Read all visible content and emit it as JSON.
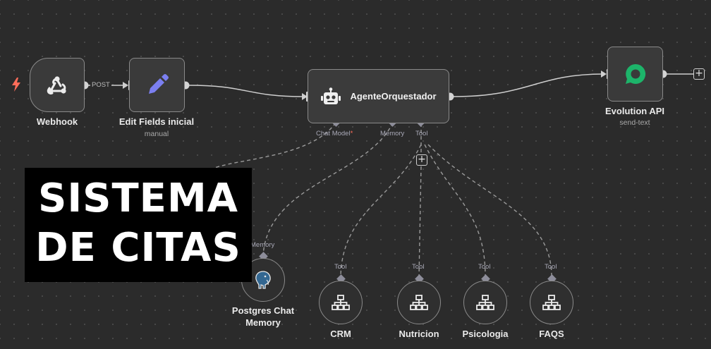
{
  "canvas": {
    "background": "#2b2b2b",
    "accent": "#ff6d5a"
  },
  "nodes": {
    "webhook": {
      "title": "Webhook",
      "icon": "webhook-icon"
    },
    "edit_fields": {
      "title": "Edit Fields inicial",
      "subtitle": "manual",
      "icon": "pencil-icon"
    },
    "agent": {
      "title": "AgenteOrquestador",
      "icon": "robot-icon"
    },
    "evolution": {
      "title": "Evolution API",
      "subtitle": "send-text",
      "icon": "evolution-chat-icon",
      "brand_color": "#1db46a"
    },
    "postgres": {
      "title_line1": "Postgres Chat",
      "title_line2": "Memory",
      "icon": "postgres-elephant-icon",
      "port_label": "Memory"
    },
    "crm": {
      "title": "CRM",
      "port_label": "Tool",
      "icon": "sitemap-icon"
    },
    "nutricion": {
      "title": "Nutricion",
      "port_label": "Tool",
      "icon": "sitemap-icon"
    },
    "psicologia": {
      "title": "Psicologia",
      "port_label": "Tool",
      "icon": "sitemap-icon"
    },
    "faqs": {
      "title": "FAQS",
      "port_label": "Tool",
      "icon": "sitemap-icon"
    }
  },
  "agent_ports": {
    "chat_model": "Chat Model",
    "chat_model_required": "*",
    "memory": "Memory",
    "tool": "Tool"
  },
  "edge_labels": {
    "webhook_method": "POST"
  },
  "banner": {
    "line1": "SISTEMA",
    "line2": "DE CITAS"
  }
}
